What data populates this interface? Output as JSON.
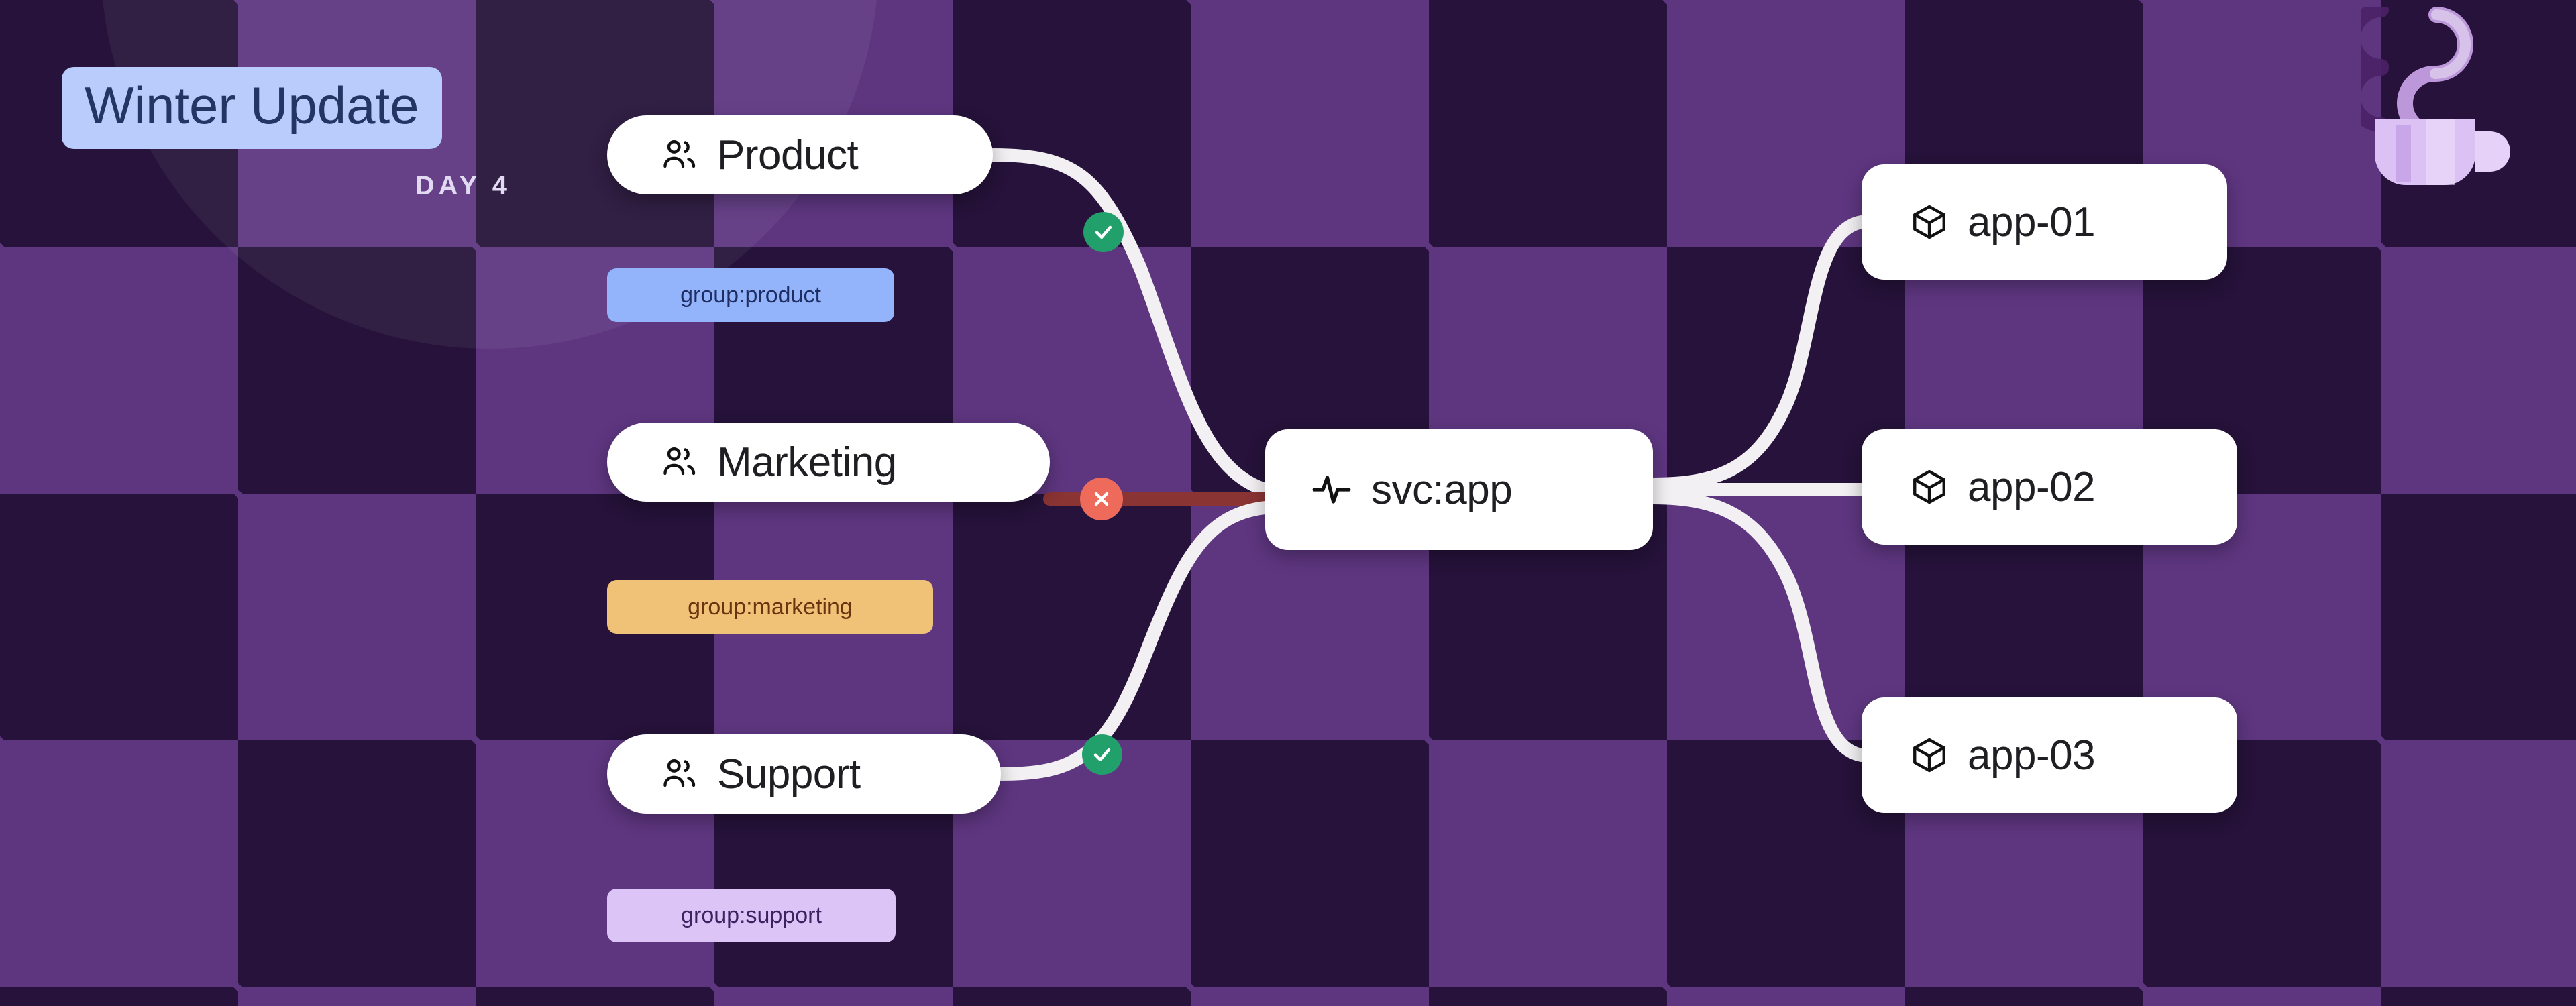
{
  "header": {
    "title": "Winter Update",
    "subtitle": "DAY 4",
    "title_bg": "#B9CCFC",
    "title_fg": "#233563"
  },
  "logo": {
    "name": "coffee-mug-logo"
  },
  "canvas": {
    "background": "#26123A",
    "checker_light": "#5E3680"
  },
  "graph": {
    "groups": [
      {
        "id": "product",
        "label": "Product",
        "icon": "users-icon",
        "tag": "group:product",
        "tag_bg": "#93B4FB",
        "tag_fg": "#1E2E63",
        "edge_status": "ok"
      },
      {
        "id": "marketing",
        "label": "Marketing",
        "icon": "users-icon",
        "tag": "group:marketing",
        "tag_bg": "#F0C277",
        "tag_fg": "#6B3310",
        "edge_status": "error"
      },
      {
        "id": "support",
        "label": "Support",
        "icon": "users-icon",
        "tag": "group:support",
        "tag_bg": "#DDC4F7",
        "tag_fg": "#3E2260",
        "edge_status": "ok"
      }
    ],
    "service": {
      "id": "svc-app",
      "label": "svc:app",
      "icon": "activity-pulse-icon"
    },
    "instances": [
      {
        "id": "app-01",
        "label": "app-01",
        "icon": "cube-icon"
      },
      {
        "id": "app-02",
        "label": "app-02",
        "icon": "cube-icon"
      },
      {
        "id": "app-03",
        "label": "app-03",
        "icon": "cube-icon"
      }
    ],
    "edge_colors": {
      "ok": "#F2F0F2",
      "error": "#8A3434"
    },
    "badge_colors": {
      "ok": "#22A06B",
      "error": "#EE6A5A"
    }
  }
}
